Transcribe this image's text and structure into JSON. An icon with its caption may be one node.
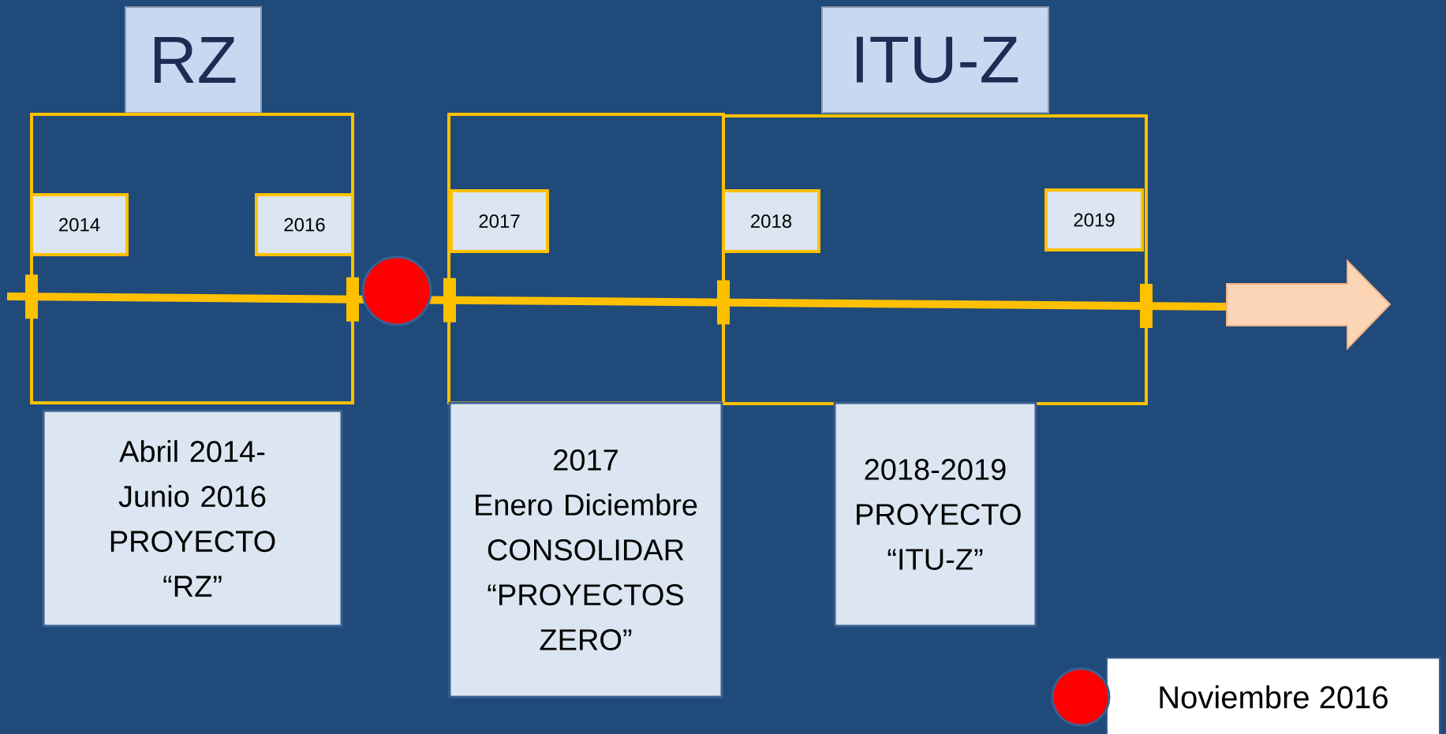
{
  "diagram": {
    "nodes": [
      {
        "text": [
          "RZ"
        ]
      },
      {
        "text": [
          "ITU-Z"
        ]
      },
      {
        "text": [],
        "shape": "box"
      },
      {
        "text": [
          "2014"
        ],
        "in": 2
      },
      {
        "text": [
          "2016"
        ],
        "in": 2
      },
      {
        "text": [],
        "shape": "box"
      },
      {
        "text": [
          "2017"
        ],
        "in": 5
      },
      {
        "text": [],
        "shape": "box"
      },
      {
        "text": [
          "2018"
        ],
        "in": 7
      },
      {
        "text": [
          "2019"
        ],
        "in": 7
      },
      {
        "text": [
          "Abril 2014- Junio 2016",
          "PROYECTO “RZ”"
        ]
      },
      {
        "text": [
          "2017",
          "Enero Diciembre",
          "CONSOLIDAR “PROYECTOS ZERO”"
        ]
      },
      {
        "text": [
          "2018-2019",
          "PROYECTO “ITU-Z”"
        ]
      },
      {
        "text": [],
        "shape": "circle"
      }
    ],
    "legend": [
      {
        "text": "Noviembre 2016",
        "color": "#ff0000"
      }
    ]
  }
}
